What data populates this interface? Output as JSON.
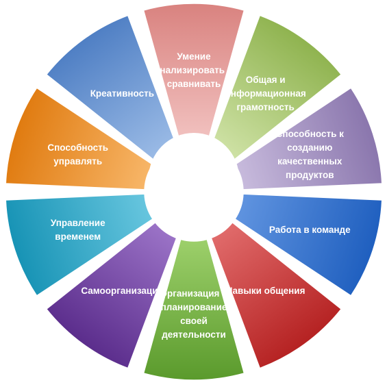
{
  "segments": [
    {
      "lines": [
        "Умение",
        "анализировать и",
        "сравнивать"
      ],
      "color": "#d9827f",
      "color_light": "#f2c3c1"
    },
    {
      "lines": [
        "Общая и",
        "информационная",
        "грамотность"
      ],
      "color": "#8fb34f",
      "color_light": "#cfe2a6"
    },
    {
      "lines": [
        "Способность к",
        "созданию",
        "качественных",
        "продуктов"
      ],
      "color": "#8a76ad",
      "color_light": "#c7badc"
    },
    {
      "lines": [
        "Работа в команде"
      ],
      "color": "#1f5fbf",
      "color_light": "#5f93df"
    },
    {
      "lines": [
        "Навыки общения"
      ],
      "color": "#b52222",
      "color_light": "#e06a6a"
    },
    {
      "lines": [
        "Организация и",
        "планирование",
        "своей",
        "деятельности"
      ],
      "color": "#5a9a2c",
      "color_light": "#9ccf6a"
    },
    {
      "lines": [
        "Самоорганизация"
      ],
      "color": "#5b2d8c",
      "color_light": "#9a72c6"
    },
    {
      "lines": [
        "Управление",
        "временем"
      ],
      "color": "#1793b5",
      "color_light": "#66c5de"
    },
    {
      "lines": [
        "Способность",
        "управлять"
      ],
      "color": "#e07b10",
      "color_light": "#f7b567"
    },
    {
      "lines": [
        "Креативность"
      ],
      "color": "#4f7fc4",
      "color_light": "#9bbbe6"
    }
  ]
}
